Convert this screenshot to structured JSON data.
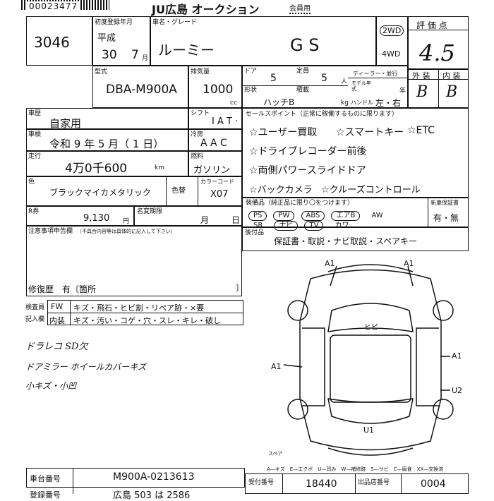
{
  "header": {
    "serial": "00023477",
    "auction": "JU広島 オークション",
    "stamp": "会員用"
  },
  "lot": {
    "number": "3046"
  },
  "registration": {
    "label": "初度登録年月",
    "era": "平成",
    "year": "30",
    "month": "7",
    "month_suffix": "月"
  },
  "model": {
    "label": "車名・グレード",
    "name": "ルーミー",
    "grade": "G S"
  },
  "drive": {
    "label_2wd": "2WD",
    "label_4wd": "4WD"
  },
  "score": {
    "label": "評 価 点",
    "value": "4.5",
    "exterior_label": "外 装",
    "interior_label": "内 装",
    "exterior": "B",
    "interior": "B"
  },
  "type": {
    "label": "型式",
    "value": "DBA-M900A"
  },
  "displacement": {
    "label": "排気量",
    "value": "1000",
    "unit": "cc"
  },
  "doors": {
    "label": "ドア",
    "value": "5"
  },
  "capacity": {
    "label": "定員",
    "value": "5",
    "unit": "人"
  },
  "shape": {
    "label": "形状",
    "value": "ハッチB"
  },
  "load": {
    "label": "積載",
    "unit": "kg"
  },
  "dealer": {
    "label": "ディーラー・並行",
    "model_year_label": "モデル年式",
    "year_suffix": "年"
  },
  "handle": {
    "label": "ハンドル",
    "value": "左・右"
  },
  "history": {
    "label": "車歴",
    "value": "自家用"
  },
  "inspection": {
    "label": "車検",
    "value": "令和 9 年 5 月（ 1 日）"
  },
  "mileage": {
    "label": "走行",
    "value": "4万0千600",
    "unit": "km"
  },
  "shift": {
    "label": "シフト",
    "value": "I A T ·"
  },
  "ac": {
    "label": "冷房",
    "value": "A A C"
  },
  "fuel": {
    "label": "燃料",
    "value": "ガソリン"
  },
  "color": {
    "label": "色",
    "value": "ブラックマイカメタリック",
    "change_label": "色替",
    "code_label": "カラーコード",
    "code": "X07"
  },
  "recycle": {
    "label": "R券",
    "value": "9,130",
    "unit": "円"
  },
  "name_change": {
    "label": "名変期限",
    "month_suffix": "月",
    "day_suffix": "日"
  },
  "sales_points": {
    "label": "セールスポイント（正常に稼働するものに限ります）",
    "items": [
      "☆ユーザー買取",
      "☆スマートキー",
      "☆ETC",
      "☆ドライブレコーダー前後",
      "☆両側パワースライドドア",
      "☆バックカメラ",
      "☆クルーズコントロール"
    ]
  },
  "equipment": {
    "label": "装備品（純正品に限り〇をつけます）",
    "items": [
      "PS",
      "PW",
      "ABS",
      "エアB",
      "AW",
      "SR",
      "ナビ",
      "TV",
      "カワ"
    ],
    "new_car_label": "新車保証書",
    "new_car_value": "有・無"
  },
  "after_parts": {
    "label": "後付品",
    "value": "保証書・取説・ナビ取説・スペアキー"
  },
  "notes": {
    "label": "注意事項申告欄",
    "sub": "（不具合内容等は具体的に記入して下さい）",
    "repair": "修復歴　有〔箇所",
    "bracket": "〕"
  },
  "inspector": {
    "label1": "検査員",
    "label2": "記入欄",
    "fw_label": "FW",
    "fw_text": "キズ・飛石・ヒビ割・リペア跡・×要",
    "int_label": "内装",
    "int_text": "キズ・汚い・コゲ・穴・スレ・キレ・破し"
  },
  "handwritten": [
    "ドラレコ SD欠",
    "ドアミラー ホイールカバーキズ",
    "小キズ・小凹"
  ],
  "diagram": {
    "marks": [
      "A1",
      "A1",
      "A1",
      "A1",
      "U2",
      "ヒビ",
      "U1",
      "スペア"
    ]
  },
  "legend": "A—キズ　E—エクボ　U—凹み　W—補修跡　S—サビ　C—腐食　XX—交換済",
  "chassis": {
    "label": "車台番号",
    "value": "M900A-0213613"
  },
  "reg_no_label": "登録番号",
  "reg_no_value": "広島 503 は 2586",
  "reception": {
    "label": "受付番号",
    "value": "18440"
  },
  "exhibitor": {
    "label": "出品店番号",
    "value": "0004"
  }
}
